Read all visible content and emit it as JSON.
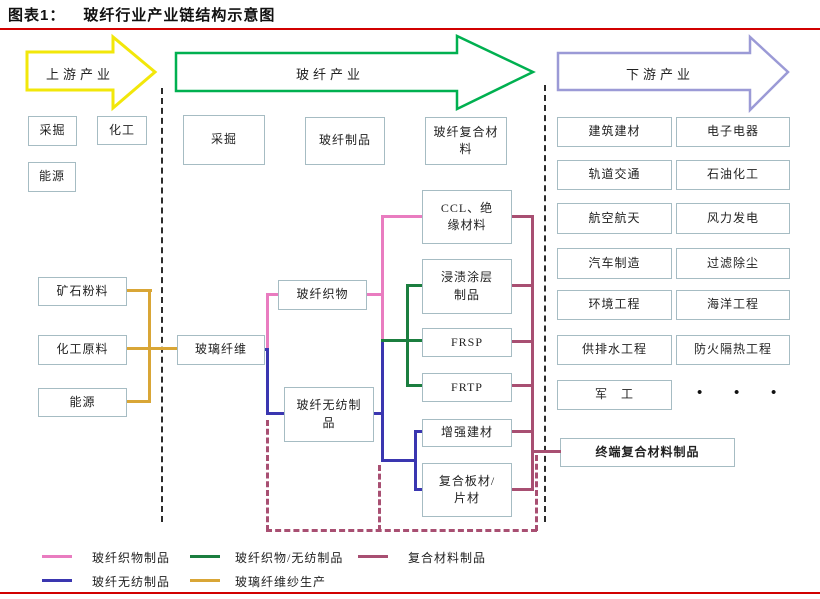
{
  "title": {
    "prefix": "图表1：",
    "text": "玻纤行业产业链结构示意图"
  },
  "arrows": {
    "upstream": "上游产业",
    "industry": "玻纤产业",
    "downstream": "下游产业",
    "upstream_color": "#f2e70a",
    "industry_color": "#00b050",
    "downstream_color": "#9b9ad6"
  },
  "nodes": {
    "up_mining": "采掘",
    "up_chemical": "化工",
    "up_energy": "能源",
    "mineral_powder": "矿石粉料",
    "chemical_raw": "化工原料",
    "energy_raw": "能源",
    "mid_mining": "采掘",
    "gf_products": "玻纤制品",
    "gf_composite": "玻纤复合材\n料",
    "glass_fiber": "玻璃纤维",
    "gf_fabric": "玻纤织物",
    "gf_nonwoven": "玻纤无纺制\n品",
    "ccl": "CCL、绝\n缘材料",
    "dipped_coating": "浸渍涂层\n制品",
    "frsp": "FRSP",
    "frtp": "FRTP",
    "reinforced_building": "增强建材",
    "composite_sheet": "复合板材/\n片材",
    "building_materials": "建筑建材",
    "electronics": "电子电器",
    "rail_transit": "轨道交通",
    "petrochemical": "石油化工",
    "aerospace": "航空航天",
    "wind_power": "风力发电",
    "auto_manufacturing": "汽车制造",
    "filtration": "过滤除尘",
    "environmental_eng": "环境工程",
    "marine_eng": "海洋工程",
    "water_supply": "供排水工程",
    "fireproof_insulation": "防火隔热工程",
    "military": "军　工",
    "ellipsis": "• • •",
    "terminal_composite": "终端复合材料制品"
  },
  "legend": [
    {
      "label": "玻纤织物制品",
      "color": "#e97cc0"
    },
    {
      "label": "玻纤织物/无纺制品",
      "color": "#1b7e3f"
    },
    {
      "label": "复合材料制品",
      "color": "#a84f72"
    },
    {
      "label": "玻纤无纺制品",
      "color": "#3a36b0"
    },
    {
      "label": "玻璃纤维纱生产",
      "color": "#d9a636"
    }
  ],
  "colors": {
    "rule_red": "#d10000",
    "box_border": "#a6bcc3"
  }
}
